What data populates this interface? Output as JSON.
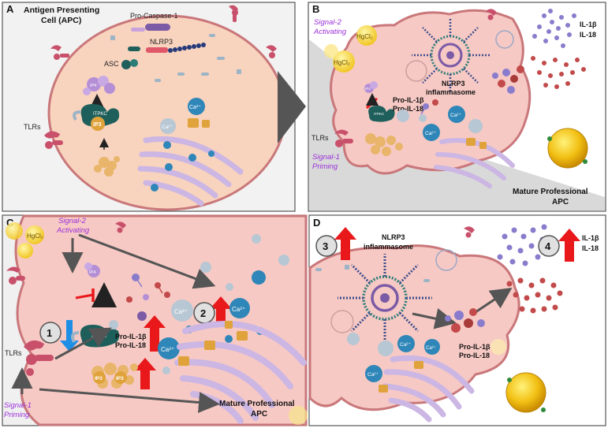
{
  "panels": {
    "a": {
      "letter": "A",
      "title_line1": "Antigen Presenting",
      "title_line2": "Cell (APC)",
      "pro_caspase": "Pro-Caspase-1",
      "nlrp3": "NLRP3",
      "asc": "ASC",
      "tlrs": "TLRs",
      "ip4": "IP4",
      "itpkc": "ITPKC",
      "ip3": "IP3",
      "ca": "Ca²⁺"
    },
    "b": {
      "letter": "B",
      "signal2_line1": "Signal-2",
      "signal2_line2": "Activating",
      "hgcl": "HgCl₂",
      "il1b": "IL-1β",
      "il18": "IL-18",
      "inflammasome_line1": "NLRP3",
      "inflammasome_line2": "inflammasome",
      "pro_il1b": "Pro-IL-1β",
      "pro_il18": "Pro-IL-18",
      "tlrs": "TLRs",
      "signal1_line1": "Signal-1",
      "signal1_line2": "Priming",
      "mature_line1": "Mature Professional",
      "mature_line2": "APC",
      "itpkc": "ITPKC",
      "ip4": "IP4",
      "ca": "Ca²⁺"
    },
    "c": {
      "letter": "C",
      "signal2_line1": "Signal-2",
      "signal2_line2": "Activating",
      "hgcl": "HgCl₂",
      "step1": "1",
      "step2": "2",
      "itpkc": "ITPKC",
      "ip4": "IP4",
      "ip3": "IP3",
      "pro_il1b": "Pro-IL-1β",
      "pro_il18": "Pro-IL-18",
      "tlrs": "TLRs",
      "signal1_line1": "Signal-1",
      "signal1_line2": "Priming",
      "mature_line1": "Mature Professional",
      "mature_line2": "APC",
      "ca": "Ca²⁺"
    },
    "d": {
      "letter": "D",
      "step3": "3",
      "step4": "4",
      "inflammasome_line1": "NLRP3",
      "inflammasome_line2": "inflammasome",
      "il1b": "IL-1β",
      "il18": "IL-18",
      "pro_il1b": "Pro-IL-1β",
      "pro_il18": "Pro-IL-18",
      "ca": "Ca²⁺"
    }
  },
  "colors": {
    "cell_fill": "#f7c9c4",
    "cell_stroke": "#c9777a",
    "panel_bg": "#f2f2f2",
    "signal_text": "#9b30d9",
    "up_arrow": "#e8181b",
    "down_arrow": "#1f8fe6",
    "ca_blue": "#2f86b8",
    "ip3_gold": "#e0a23a",
    "itpkc_teal": "#1e5f5b"
  }
}
